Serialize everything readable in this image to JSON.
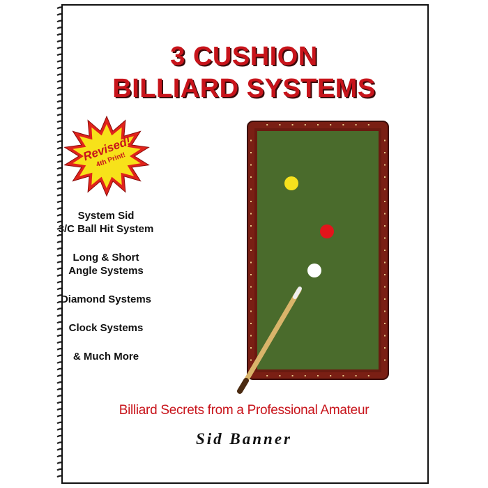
{
  "cover": {
    "title_line1": "3 CUSHION",
    "title_line2": "BILLIARD SYSTEMS",
    "badge_line1": "Revised!",
    "badge_line2": "4th Print!",
    "features": [
      "System Sid\n3/C Ball Hit System",
      "Long & Short\nAngle Systems",
      "Diamond Systems",
      "Clock Systems",
      "& Much More"
    ],
    "tagline": "Billiard Secrets from a Professional Amateur",
    "author": "Sid Banner"
  },
  "colors": {
    "title_red": "#c8141b",
    "felt_green": "#4a6b2c",
    "rail_brown": "#7a1f14",
    "badge_yellow": "#f7e21a",
    "badge_red": "#e0231b"
  },
  "illustration": {
    "balls": [
      "yellow-ball",
      "red-ball",
      "white-ball"
    ],
    "cue": "cue-stick"
  }
}
